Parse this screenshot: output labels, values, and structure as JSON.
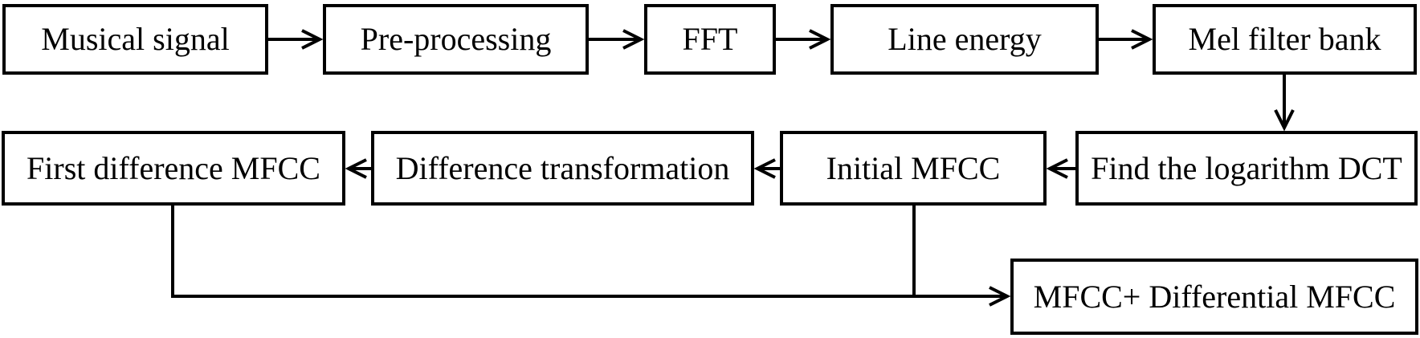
{
  "diagram": {
    "type": "flowchart",
    "colors": {
      "background": "#ffffff",
      "box_fill": "#ffffff",
      "box_border": "#000000",
      "line": "#000000",
      "text": "#000000"
    },
    "nodes": [
      {
        "id": "musical-signal",
        "label": "Musical signal"
      },
      {
        "id": "pre-processing",
        "label": "Pre-processing"
      },
      {
        "id": "fft",
        "label": "FFT"
      },
      {
        "id": "line-energy",
        "label": "Line energy"
      },
      {
        "id": "mel-filter-bank",
        "label": "Mel filter bank"
      },
      {
        "id": "first-difference-mfcc",
        "label": "First difference MFCC"
      },
      {
        "id": "difference-transformation",
        "label": "Difference transformation"
      },
      {
        "id": "initial-mfcc",
        "label": "Initial MFCC"
      },
      {
        "id": "find-logarithm-dct",
        "label": "Find the logarithm DCT"
      },
      {
        "id": "mfcc-differential-mfcc",
        "label": "MFCC+ Differential MFCC"
      }
    ],
    "edges": [
      {
        "from": "musical-signal",
        "to": "pre-processing"
      },
      {
        "from": "pre-processing",
        "to": "fft"
      },
      {
        "from": "fft",
        "to": "line-energy"
      },
      {
        "from": "line-energy",
        "to": "mel-filter-bank"
      },
      {
        "from": "mel-filter-bank",
        "to": "find-logarithm-dct"
      },
      {
        "from": "find-logarithm-dct",
        "to": "initial-mfcc"
      },
      {
        "from": "initial-mfcc",
        "to": "difference-transformation"
      },
      {
        "from": "difference-transformation",
        "to": "first-difference-mfcc"
      },
      {
        "from": "first-difference-mfcc",
        "to": "mfcc-differential-mfcc"
      },
      {
        "from": "initial-mfcc",
        "to": "mfcc-differential-mfcc"
      }
    ]
  }
}
